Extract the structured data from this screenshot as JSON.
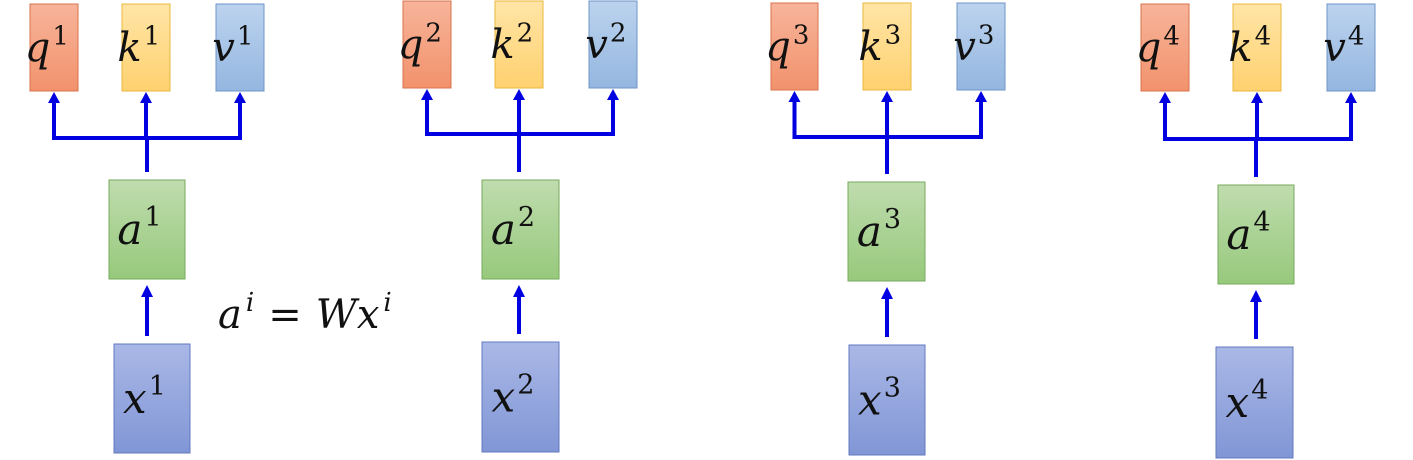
{
  "colors": {
    "arrow": "#0000e0",
    "q_top": "#f7b49a",
    "q_bottom": "#f2926c",
    "q_border": "#d9734d",
    "k_top": "#ffe5a6",
    "k_bottom": "#ffd170",
    "k_border": "#e8b83c",
    "v_top": "#bcd3ee",
    "v_bottom": "#94b6e0",
    "v_border": "#6f95c8",
    "a_top": "#bfdcae",
    "a_bottom": "#97c97c",
    "a_border": "#77aa5c",
    "x_top": "#aab8e6",
    "x_bottom": "#8196d6",
    "x_border": "#6279c0"
  },
  "formula": {
    "base": "a",
    "base_sup": "i",
    "equals": "=",
    "rhs": "Wx",
    "rhs_sup": "i"
  },
  "columns": [
    {
      "q": "q",
      "k": "k",
      "v": "v",
      "a": "a",
      "x": "x",
      "index": "1"
    },
    {
      "q": "q",
      "k": "k",
      "v": "v",
      "a": "a",
      "x": "x",
      "index": "2"
    },
    {
      "q": "q",
      "k": "k",
      "v": "v",
      "a": "a",
      "x": "x",
      "index": "3"
    },
    {
      "q": "q",
      "k": "k",
      "v": "v",
      "a": "a",
      "x": "x",
      "index": "4"
    }
  ]
}
